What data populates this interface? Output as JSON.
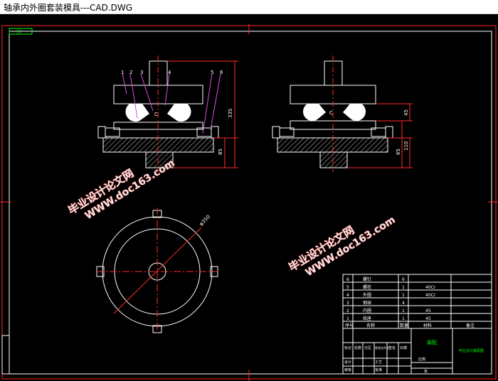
{
  "window": {
    "title": "轴承内外圈套装模具---CAD.DWG"
  },
  "drawing": {
    "corner_tag": "JY",
    "views": [
      {
        "name": "front-view",
        "callouts": [
          "1",
          "2",
          "3",
          "4",
          "5",
          "6"
        ],
        "dims": [
          "335",
          "85"
        ]
      },
      {
        "name": "side-view",
        "dims": [
          "45",
          "65",
          "110"
        ]
      },
      {
        "name": "plan-view",
        "dims": [
          "φ350"
        ]
      }
    ],
    "watermarks": [
      {
        "line1": "毕业设计论文网",
        "line2": "WWW.doc163.com"
      },
      {
        "line1": "毕业设计论文网",
        "line2": "WWW.doc163.com"
      }
    ],
    "bom": {
      "rows": [
        {
          "no": "6",
          "name": "螺钉",
          "qty": "6",
          "material": ""
        },
        {
          "no": "5",
          "name": "螺栓",
          "qty": "1",
          "material": "40Cr"
        },
        {
          "no": "4",
          "name": "外圈",
          "qty": "1",
          "material": "40Cr"
        },
        {
          "no": "3",
          "name": "钢球",
          "qty": "4",
          "material": ""
        },
        {
          "no": "2",
          "name": "内圈",
          "qty": "1",
          "material": "45"
        },
        {
          "no": "1",
          "name": "底座",
          "qty": "1",
          "material": "45"
        }
      ],
      "header": {
        "no": "序号",
        "name": "名称",
        "qty": "数量",
        "material": "材料",
        "note": "备注"
      },
      "title_block": {
        "drawing_name": "装配",
        "school": "毕业设计装配图",
        "scale_label": "比例",
        "sheet_label": "张",
        "labels_left": [
          "标记",
          "处数",
          "分区",
          "更改文件号",
          "签名",
          "日期"
        ],
        "roles": [
          "设计",
          "审核",
          "工艺",
          "批准"
        ]
      }
    }
  }
}
